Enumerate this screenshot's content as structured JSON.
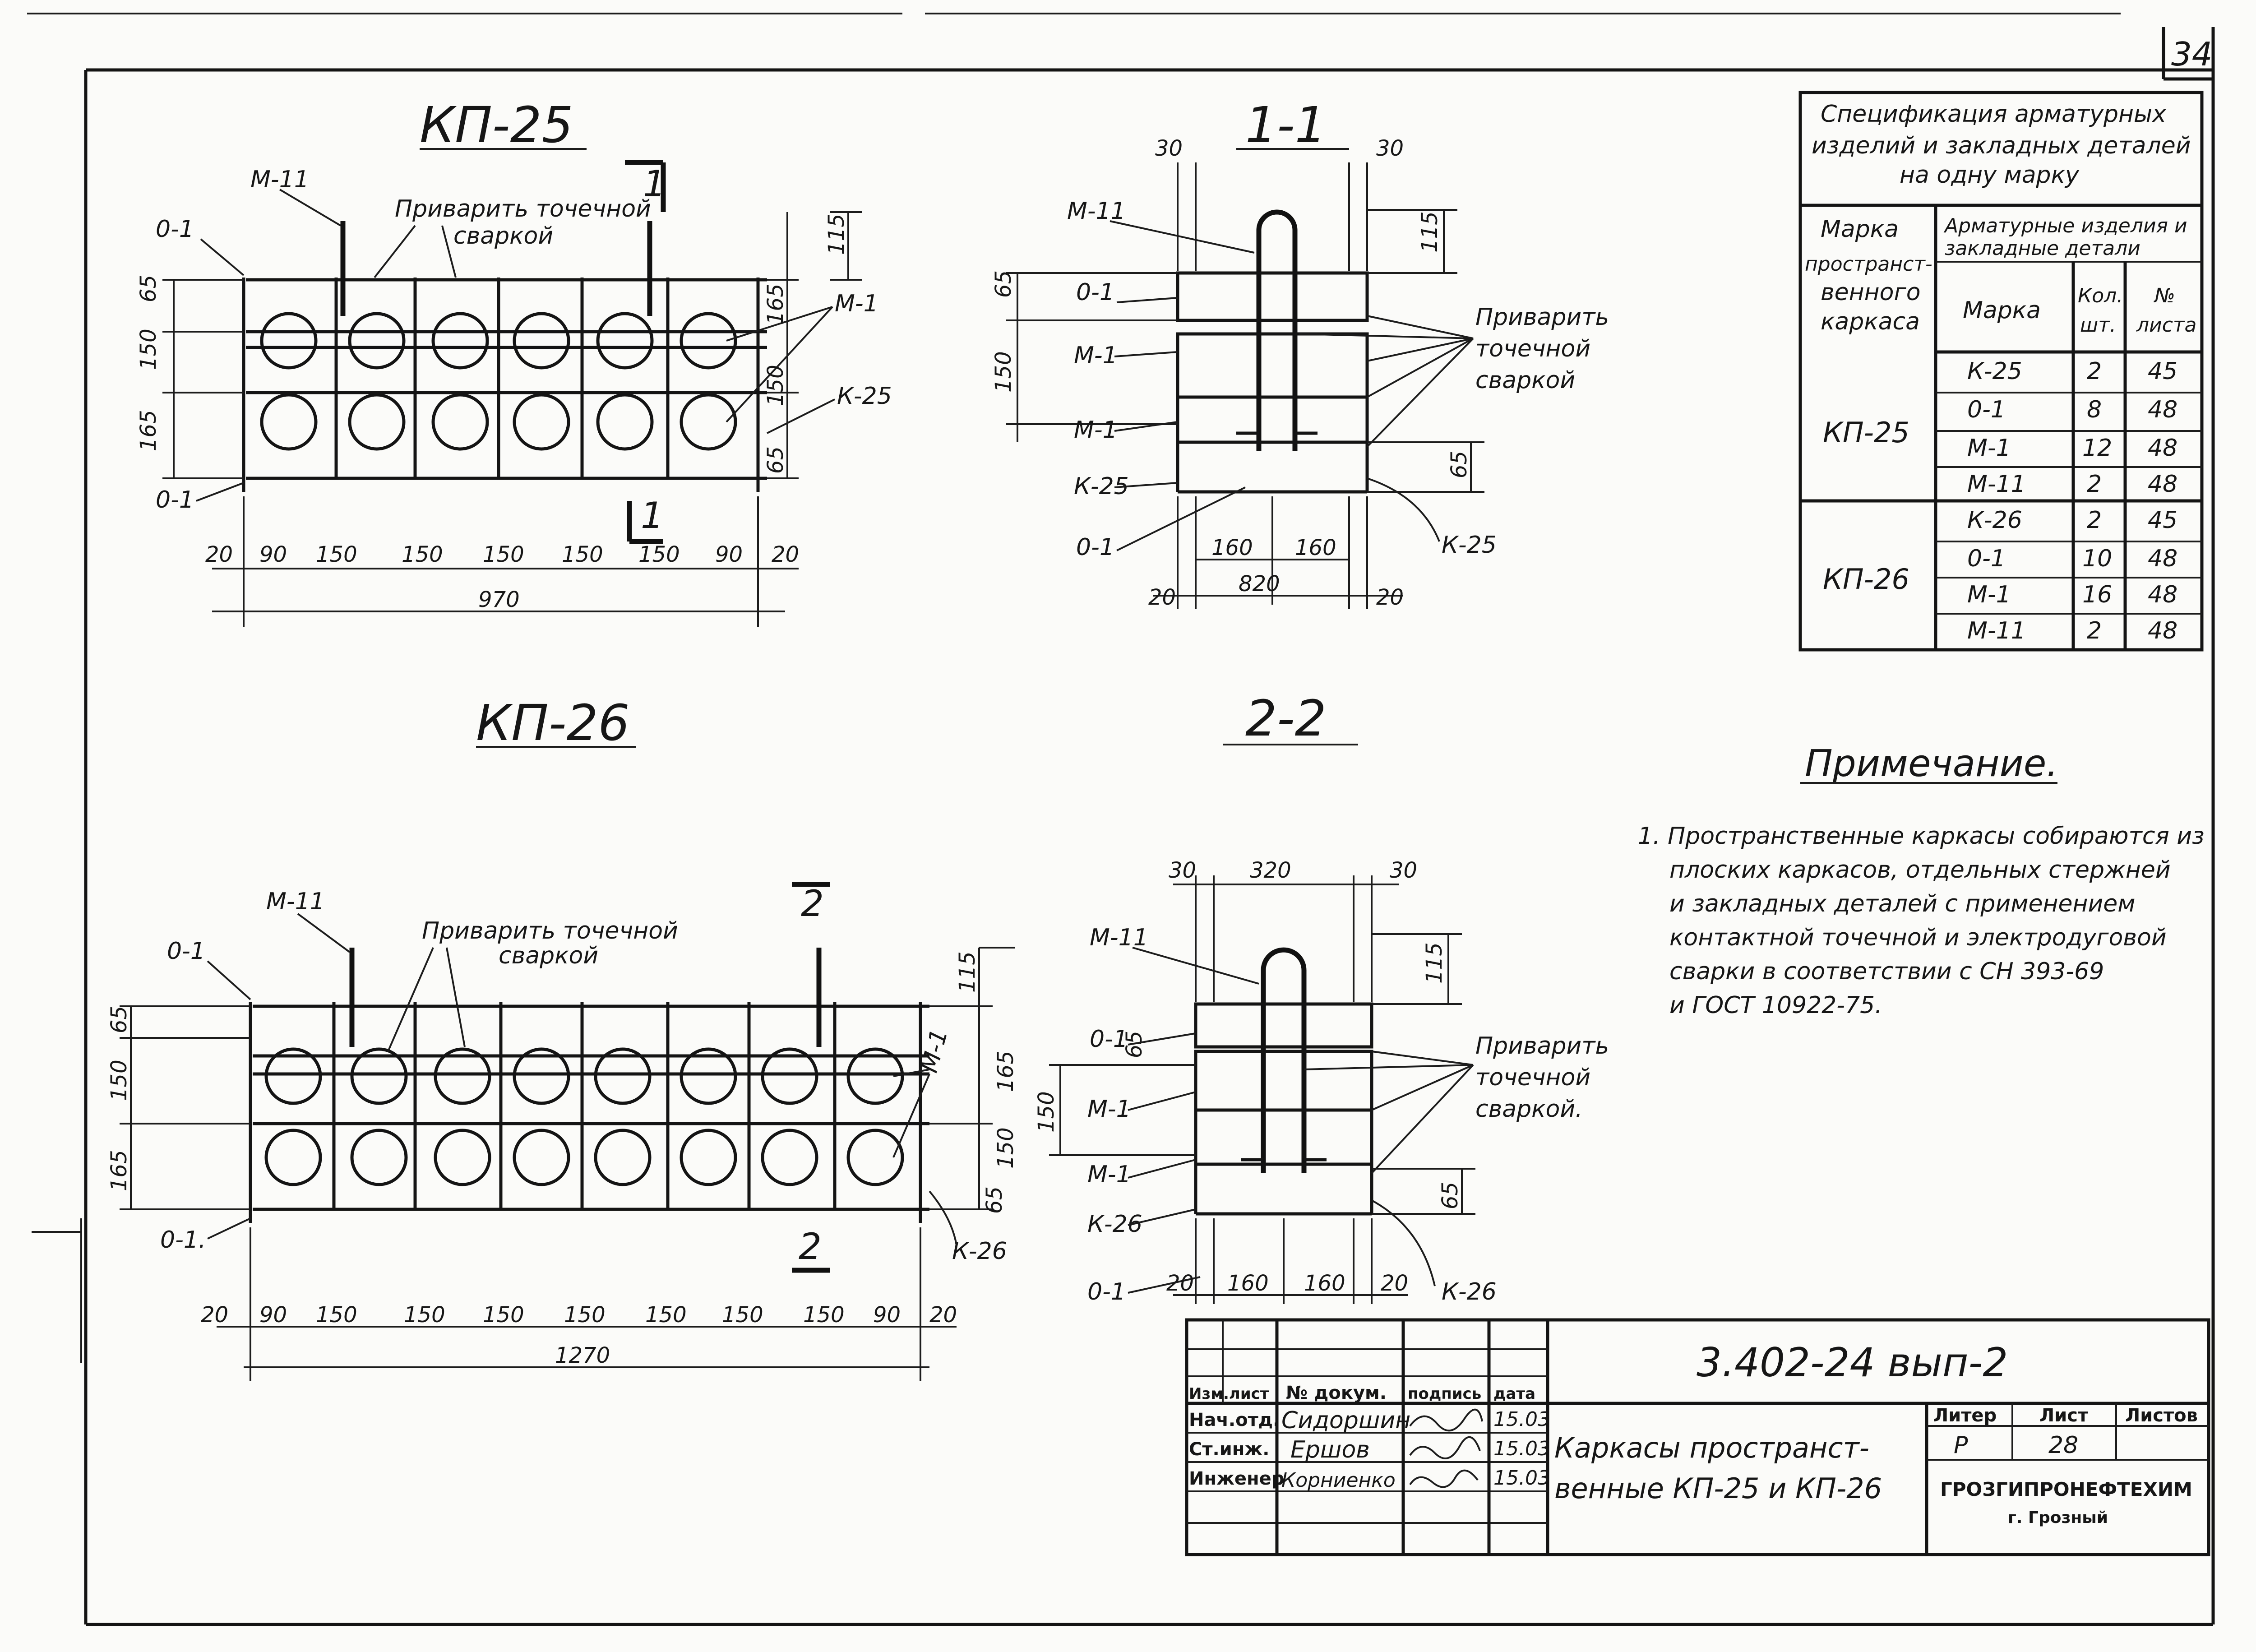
{
  "sheet_number": "34",
  "views": {
    "kp25": {
      "title": "КП-25",
      "section_mark": "1",
      "label_m11": "М-11",
      "label_o1_top": "0-1",
      "label_o1_bottom": "0-1",
      "label_m1": "М-1",
      "label_k": "К-25",
      "weld_note_line1": "Приварить точечной",
      "weld_note_line2": "сваркой",
      "dims_vertical_left": [
        "65",
        "150",
        "165"
      ],
      "dims_vertical_right": [
        "165",
        "150",
        "65"
      ],
      "dim_top_right": "115",
      "dims_horizontal": [
        "20",
        "90",
        "150",
        "150",
        "150",
        "150",
        "150",
        "90",
        "20"
      ],
      "dim_total": "970"
    },
    "kp26": {
      "title": "КП-26",
      "section_mark": "2",
      "label_m11": "М-11",
      "label_o1_top": "0-1",
      "label_o1_bottom": "0-1.",
      "label_m1": "М-1",
      "label_k": "К-26",
      "weld_note_line1": "Приварить точечной",
      "weld_note_line2": "сваркой",
      "dims_vertical_left": [
        "65",
        "150",
        "165"
      ],
      "dims_vertical_right": [
        "165",
        "150",
        "65"
      ],
      "dim_top_right": "115",
      "dims_horizontal": [
        "20",
        "90",
        "150",
        "150",
        "150",
        "150",
        "150",
        "150",
        "150",
        "90",
        "20"
      ],
      "dim_total": "1270"
    },
    "section11": {
      "title": "1-1",
      "dim_top_left": "30",
      "dim_top_right": "30",
      "dim_115": "115",
      "dims_vertical_left": [
        "65",
        "150"
      ],
      "dim_right_small": "65",
      "labels": [
        "М-11",
        "0-1",
        "М-1",
        "М-1",
        "К-25",
        "0-1"
      ],
      "label_k_right": "К-25",
      "weld_note": [
        "Приварить",
        "точечной",
        "сваркой"
      ],
      "dims_bottom": [
        "20",
        "160",
        "160",
        "820",
        "20"
      ]
    },
    "section22": {
      "title": "2-2",
      "dim_top_left": "30",
      "dim_top_middle": "320",
      "dim_top_right": "30",
      "dim_115": "115",
      "dim_65_top": "65",
      "dims_vertical_left": [
        "150"
      ],
      "dim_right_small": "65",
      "labels": [
        "М-11",
        "0-1",
        "М-1",
        "М-1",
        "К-26",
        "0-1"
      ],
      "label_k_right": "К-26",
      "weld_note": [
        "Приварить",
        "точечной",
        "сваркой."
      ],
      "dims_bottom": [
        "20",
        "160",
        "160",
        "20"
      ]
    }
  },
  "spec_table": {
    "title_lines": [
      "Спецификация арматурных",
      "изделий и закладных деталей",
      "на одну марку"
    ],
    "col_frame_header": [
      "Марка",
      "пространст-",
      "венного",
      "каркаса"
    ],
    "col_group_header": [
      "Арматурные изделия и",
      "закладные детали"
    ],
    "col_mark": "Марка",
    "col_qty": [
      "Кол.",
      "шт."
    ],
    "col_sheet": [
      "№",
      "листа"
    ],
    "groups": [
      {
        "frame": "КП-25",
        "rows": [
          {
            "mark": "К-25",
            "qty": "2",
            "sheet": "45"
          },
          {
            "mark": "0-1",
            "qty": "8",
            "sheet": "48"
          },
          {
            "mark": "М-1",
            "qty": "12",
            "sheet": "48"
          },
          {
            "mark": "М-11",
            "qty": "2",
            "sheet": "48"
          }
        ]
      },
      {
        "frame": "КП-26",
        "rows": [
          {
            "mark": "К-26",
            "qty": "2",
            "sheet": "45"
          },
          {
            "mark": "0-1",
            "qty": "10",
            "sheet": "48"
          },
          {
            "mark": "М-1",
            "qty": "16",
            "sheet": "48"
          },
          {
            "mark": "М-11",
            "qty": "2",
            "sheet": "48"
          }
        ]
      }
    ]
  },
  "notes": {
    "title": "Примечание.",
    "lines": [
      "1. Пространственные каркасы собираются из",
      "плоских каркасов, отдельных стержней",
      "и закладных деталей с применением",
      "контактной точечной и электродуговой",
      "сварки в соответствии с СН 393-69",
      "и ГОСТ 10922-75."
    ]
  },
  "title_block": {
    "doc_code": "3.402-24 вып-2",
    "header": [
      "Изм.лист",
      "№ докум.",
      "подпись",
      "дата"
    ],
    "rows": [
      {
        "role": "Нач.отд.",
        "name": "Сидоршин",
        "date": "15.03"
      },
      {
        "role": "Ст.инж.",
        "name": "Ершов",
        "date": "15.03"
      },
      {
        "role": "Инженер",
        "name": "Корниенко",
        "date": "15.03"
      }
    ],
    "description_line1": "Каркасы пространст-",
    "description_line2": "венные КП-25 и КП-26",
    "col_letter": "Литер",
    "col_sheet": "Лист",
    "col_sheets": "Листов",
    "letter": "Р",
    "sheet": "28",
    "organization": "ГРОЗГИПРОНЕФТЕХИМ",
    "city": "г. Грозный"
  }
}
